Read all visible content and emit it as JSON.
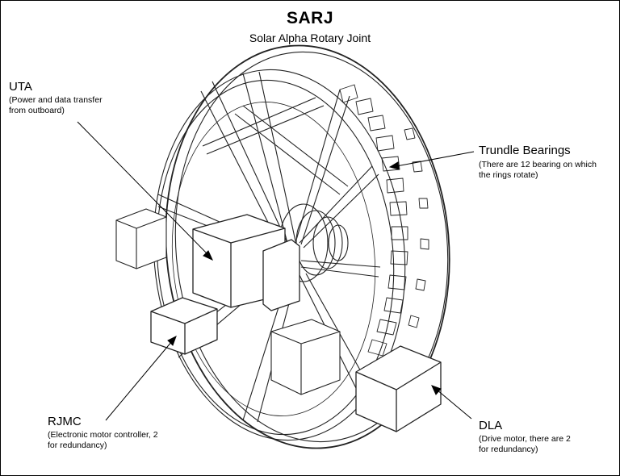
{
  "title": "SARJ",
  "subtitle": "Solar Alpha Rotary Joint",
  "callouts": {
    "uta": {
      "name": "UTA",
      "desc_lines": [
        "(Power and data transfer",
        "from outboard)"
      ]
    },
    "trundle": {
      "name": "Trundle Bearings",
      "desc_lines": [
        "(There are 12 bearing on which",
        "the rings rotate)"
      ]
    },
    "rjmc": {
      "name": "RJMC",
      "desc_lines": [
        "(Electronic motor controller, 2",
        "for redundancy)"
      ]
    },
    "dla": {
      "name": "DLA",
      "desc_lines": [
        "(Drive motor, there are 2",
        "for redundancy)"
      ]
    }
  }
}
